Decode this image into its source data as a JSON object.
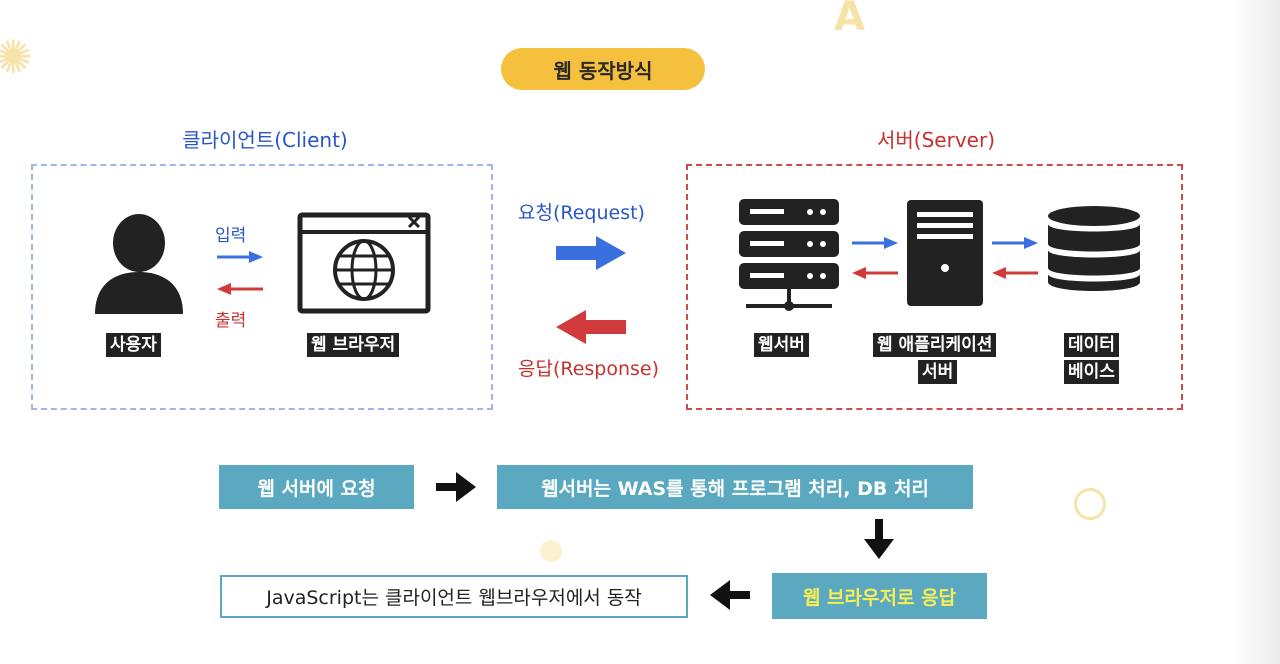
{
  "title": "웹 동작방식",
  "client": {
    "label": "클라이언트(Client)",
    "user_label": "사용자",
    "browser_label": "웹 브라우저",
    "input_label": "입력",
    "output_label": "출력"
  },
  "server": {
    "label": "서버(Server)",
    "webserver_label": "웹서버",
    "was_label_line1": "웹 애플리케이션",
    "was_label_line2": "서버",
    "db_label_line1": "데이터",
    "db_label_line2": "베이스"
  },
  "request_label": "요청(Request)",
  "response_label": "응답(Response)",
  "flow": {
    "step1": "웹 서버에 요청",
    "step2": "웹서버는 WAS를 통해 프로그램 처리, DB 처리",
    "step3": "웹 브라우저로 응답",
    "step4": "JavaScript는 클라이언트 웹브라우저에서 동작"
  },
  "colors": {
    "accent_yellow": "#f4c03d",
    "client_blue": "#2a56c6",
    "server_red": "#c83030",
    "flow_teal": "#5ba9c0",
    "icon_dark": "#222222"
  },
  "icons": {
    "user": "user-silhouette-icon",
    "browser": "browser-globe-icon",
    "webserver": "server-rack-icon",
    "was": "server-tower-icon",
    "db": "database-icon"
  }
}
